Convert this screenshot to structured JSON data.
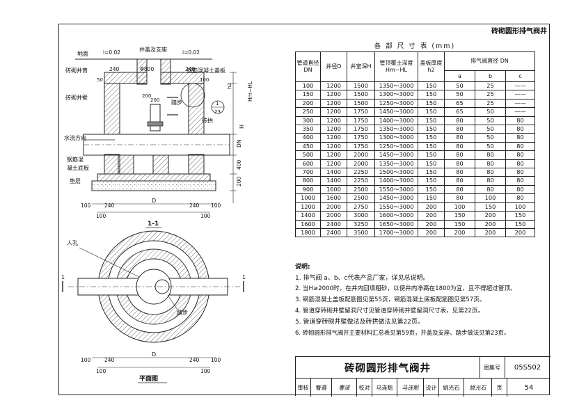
{
  "header": {
    "title": "砖砌圆形排气阀井"
  },
  "section_view": {
    "labels": {
      "ground": "地面",
      "slope_left": "i=0.02",
      "slope_right": "i=0.02",
      "cover": "井盖及支座",
      "brick_neck": "砖砌井筒",
      "slab": "钢筋混凝土盖板",
      "wall": "砖砌井壁",
      "step": "踏步",
      "brick_support": "砖拱",
      "flow": "水流方向",
      "base_slab_1": "钢筋混",
      "base_slab_2": "凝土底板",
      "cushion": "垫层",
      "phi800": "Φ800",
      "d240a": "240",
      "d240b": "240",
      "d50": "50",
      "d200": "200",
      "d200b": "200",
      "d100b": "100",
      "h2": "h2",
      "hm_hl": "Hm~HL",
      "H": "H",
      "DN": "DN",
      "d400": "400",
      "d200v": "200",
      "detail_num": "1",
      "detail_page": "23",
      "dim_100a": "100",
      "dim_240a": "240",
      "dim_D": "D",
      "dim_240b": "240",
      "dim_100b": "100",
      "dim_100c": "100",
      "dim_100d": "100",
      "section_title": "1-1"
    }
  },
  "plan_view": {
    "labels": {
      "manhole": "人孔",
      "step": "踏步",
      "cut_left": "1",
      "cut_right": "1",
      "dim_100a": "100",
      "dim_240a": "240",
      "dim_D": "D",
      "dim_240b": "240",
      "dim_100b": "100",
      "dim_100c": "100",
      "dim_100d": "100",
      "title": "平面图"
    }
  },
  "table": {
    "caption": "各 部 尺 寸 表  (mm)",
    "headers": {
      "pipe_dn": "管道直径DN",
      "well_d": "井径D",
      "depth_h": "井室深H",
      "cover_depth": "管顶覆土深度Hm~HL",
      "slab_h2": "盖板厚度h2",
      "valve": "排气阀直径 DN",
      "a": "a",
      "b": "b",
      "c": "c"
    },
    "rows": [
      [
        "100",
        "1200",
        "1500",
        "1350～3000",
        "150",
        "50",
        "25",
        "——"
      ],
      [
        "150",
        "1200",
        "1500",
        "1300～3000",
        "150",
        "50",
        "25",
        "——"
      ],
      [
        "200",
        "1200",
        "1500",
        "1250～3000",
        "150",
        "65",
        "25",
        "——"
      ],
      [
        "250",
        "1200",
        "1750",
        "1450～3000",
        "150",
        "65",
        "50",
        "——"
      ],
      [
        "300",
        "1200",
        "1750",
        "1400～3000",
        "150",
        "80",
        "50",
        "80"
      ],
      [
        "350",
        "1200",
        "1750",
        "1350～3000",
        "150",
        "80",
        "50",
        "80"
      ],
      [
        "400",
        "1200",
        "1750",
        "1300～3000",
        "150",
        "80",
        "50",
        "80"
      ],
      [
        "450",
        "1200",
        "1750",
        "1250～3000",
        "150",
        "80",
        "50",
        "80"
      ],
      [
        "500",
        "1200",
        "2000",
        "1450～3000",
        "150",
        "80",
        "80",
        "80"
      ],
      [
        "600",
        "1200",
        "2000",
        "1350～3000",
        "150",
        "80",
        "80",
        "80"
      ],
      [
        "700",
        "1400",
        "2250",
        "1500～3000",
        "150",
        "80",
        "80",
        "80"
      ],
      [
        "800",
        "1400",
        "2250",
        "1400～3000",
        "150",
        "80",
        "80",
        "80"
      ],
      [
        "900",
        "1600",
        "2500",
        "1550～3000",
        "150",
        "80",
        "80",
        "80"
      ],
      [
        "1000",
        "1600",
        "2500",
        "1450～3000",
        "150",
        "80",
        "100",
        "80"
      ],
      [
        "1200",
        "2000",
        "2750",
        "1550～3000",
        "200",
        "100",
        "150",
        "100"
      ],
      [
        "1400",
        "2000",
        "3000",
        "1600～3000",
        "200",
        "150",
        "200",
        "150"
      ],
      [
        "1600",
        "2400",
        "3250",
        "1650～3000",
        "200",
        "150",
        "200",
        "150"
      ],
      [
        "1800",
        "2400",
        "3500",
        "1700～3000",
        "200",
        "200",
        "200",
        "200"
      ]
    ]
  },
  "notes": {
    "title": "说明:",
    "items": [
      "1. 排气阀 a、b、c代表产品厂家，详见总说明。",
      "2. 当H≥2000时，在井内回填粗砂，以使井内净高在1800为宜，且不得超过管顶。",
      "3. 钢筋混凝土盖板配筋图见第55页，钢筋混凝土底板配筋图见第57页。",
      "4. 管道穿砖砌井壁留洞尺寸见管道穿砖砌井壁留洞尺寸表，见第22页。",
      "5. 管道穿砖砌井壁做法及砖拱做法见第22页。",
      "6. 砖砌圆形排气阀井主要材料汇总表见第59页，井盖及支座、踏步做法见第23页。"
    ]
  },
  "title_block": {
    "drawing_name": "砖砌圆形排气阀井",
    "atlas_label": "图集号",
    "atlas_no": "05S502",
    "review_label": "审核",
    "review_name": "曹遵",
    "review_sign": "曹波",
    "check_label": "校对",
    "check_name": "马连魁",
    "check_sign": "马连魁",
    "design_label": "设计",
    "design_name": "姚光石",
    "design_sign": "姚光石",
    "page_label": "页",
    "page_no": "54"
  },
  "colors": {
    "line": "#222222",
    "hatch": "#555555",
    "background": "#ffffff"
  }
}
